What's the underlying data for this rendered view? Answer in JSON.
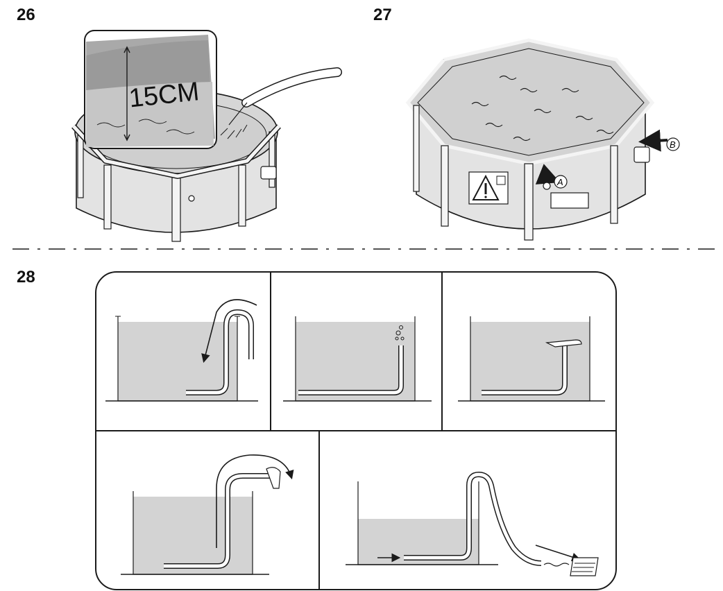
{
  "steps": {
    "s26": "26",
    "s27": "27",
    "s28": "28"
  },
  "fig26": {
    "depth_label": "15CM"
  },
  "fig27": {
    "callout_a": "A",
    "callout_b": "B"
  },
  "colors": {
    "water": "#d0d0d0",
    "pool_wall": "#e2e2e2",
    "frame": "#f2f2f2",
    "line": "#1a1a1a"
  }
}
